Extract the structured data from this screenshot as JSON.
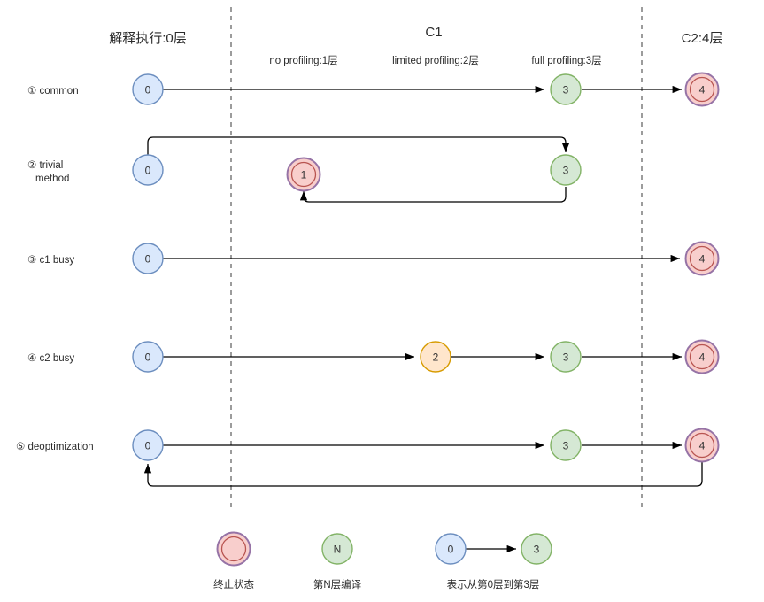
{
  "headers": {
    "interp": "解释执行:0层",
    "c1": "C1",
    "c2": "C2:4层",
    "sub_no_profiling": "no profiling:1层",
    "sub_limited_profiling": "limited profiling:2层",
    "sub_full_profiling": "full profiling:3层"
  },
  "rows": [
    {
      "label": "① common",
      "label_line2": ""
    },
    {
      "label": "② trivial",
      "label_line2": "method"
    },
    {
      "label": "③ c1 busy",
      "label_line2": ""
    },
    {
      "label": "④ c2 busy",
      "label_line2": ""
    },
    {
      "label": "⑤ deoptimization",
      "label_line2": ""
    }
  ],
  "nodes": {
    "row1": [
      {
        "text": "0",
        "kind": "blue"
      },
      {
        "text": "3",
        "kind": "green"
      },
      {
        "text": "4",
        "kind": "terminal"
      }
    ],
    "row2": [
      {
        "text": "0",
        "kind": "blue"
      },
      {
        "text": "1",
        "kind": "terminal"
      },
      {
        "text": "3",
        "kind": "green"
      }
    ],
    "row3": [
      {
        "text": "0",
        "kind": "blue"
      },
      {
        "text": "4",
        "kind": "terminal"
      }
    ],
    "row4": [
      {
        "text": "0",
        "kind": "blue"
      },
      {
        "text": "2",
        "kind": "yellow"
      },
      {
        "text": "3",
        "kind": "green"
      },
      {
        "text": "4",
        "kind": "terminal"
      }
    ],
    "row5": [
      {
        "text": "0",
        "kind": "blue"
      },
      {
        "text": "3",
        "kind": "green"
      },
      {
        "text": "4",
        "kind": "terminal"
      }
    ]
  },
  "legend": {
    "terminal": {
      "text": "",
      "caption": "终止状态"
    },
    "compile": {
      "text": "N",
      "caption": "第N层编译"
    },
    "arrow": {
      "from": "0",
      "to": "3",
      "caption": "表示从第0层到第3层"
    }
  },
  "colors": {
    "blue_fill": "#dae8fc",
    "blue_stroke": "#6c8ebf",
    "green_fill": "#d5e8d4",
    "green_stroke": "#82b366",
    "yellow_fill": "#ffe6cc",
    "yellow_stroke": "#d79b00",
    "pink_fill": "#f8cecc",
    "pink_stroke": "#b85450",
    "terminal_ring": "#9673a6",
    "line": "#000000",
    "divider": "#666666"
  }
}
